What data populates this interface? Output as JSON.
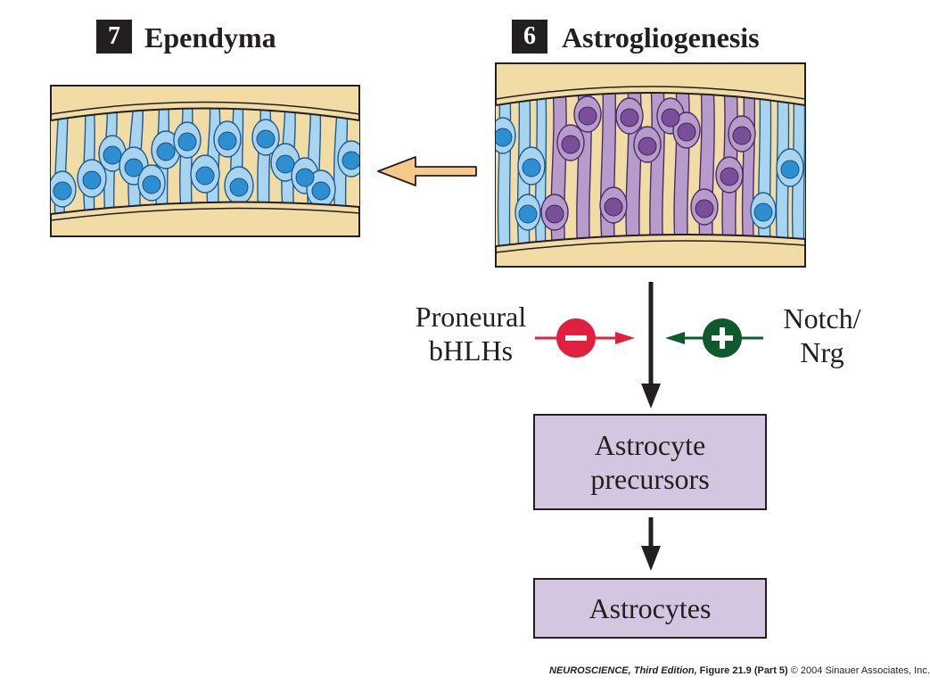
{
  "stage_7": {
    "number": "7",
    "title": "Ependyma"
  },
  "stage_6": {
    "number": "6",
    "title": "Astrogliogenesis"
  },
  "regulators": {
    "inhibitor": {
      "line1": "Proneural",
      "line2": "bHLHs",
      "sign": "minus",
      "color": "#e0203f"
    },
    "promoter": {
      "line1": "Notch/",
      "line2": "Nrg",
      "sign": "plus",
      "color": "#0e5a2e"
    }
  },
  "boxes": {
    "precursors": {
      "line1": "Astrocyte",
      "line2": "precursors"
    },
    "astrocytes": {
      "label": "Astrocytes"
    }
  },
  "footer": {
    "book": "NEUROSCIENCE,",
    "edition": " Third Edition,",
    "figure": " Figure 21.9 (Part 5)",
    "copyright": "  © 2004 Sinauer Associates, Inc."
  },
  "colors": {
    "wall": "#f2dca6",
    "radial_glia": "#a9d4ef",
    "radial_glia_nucleus": "#2e8fd0",
    "astroglia": "#b79ccb",
    "astroglia_nucleus": "#7a4f9a",
    "box_fill": "#d4c5e0",
    "transition_arrow": "#f6c98a"
  }
}
